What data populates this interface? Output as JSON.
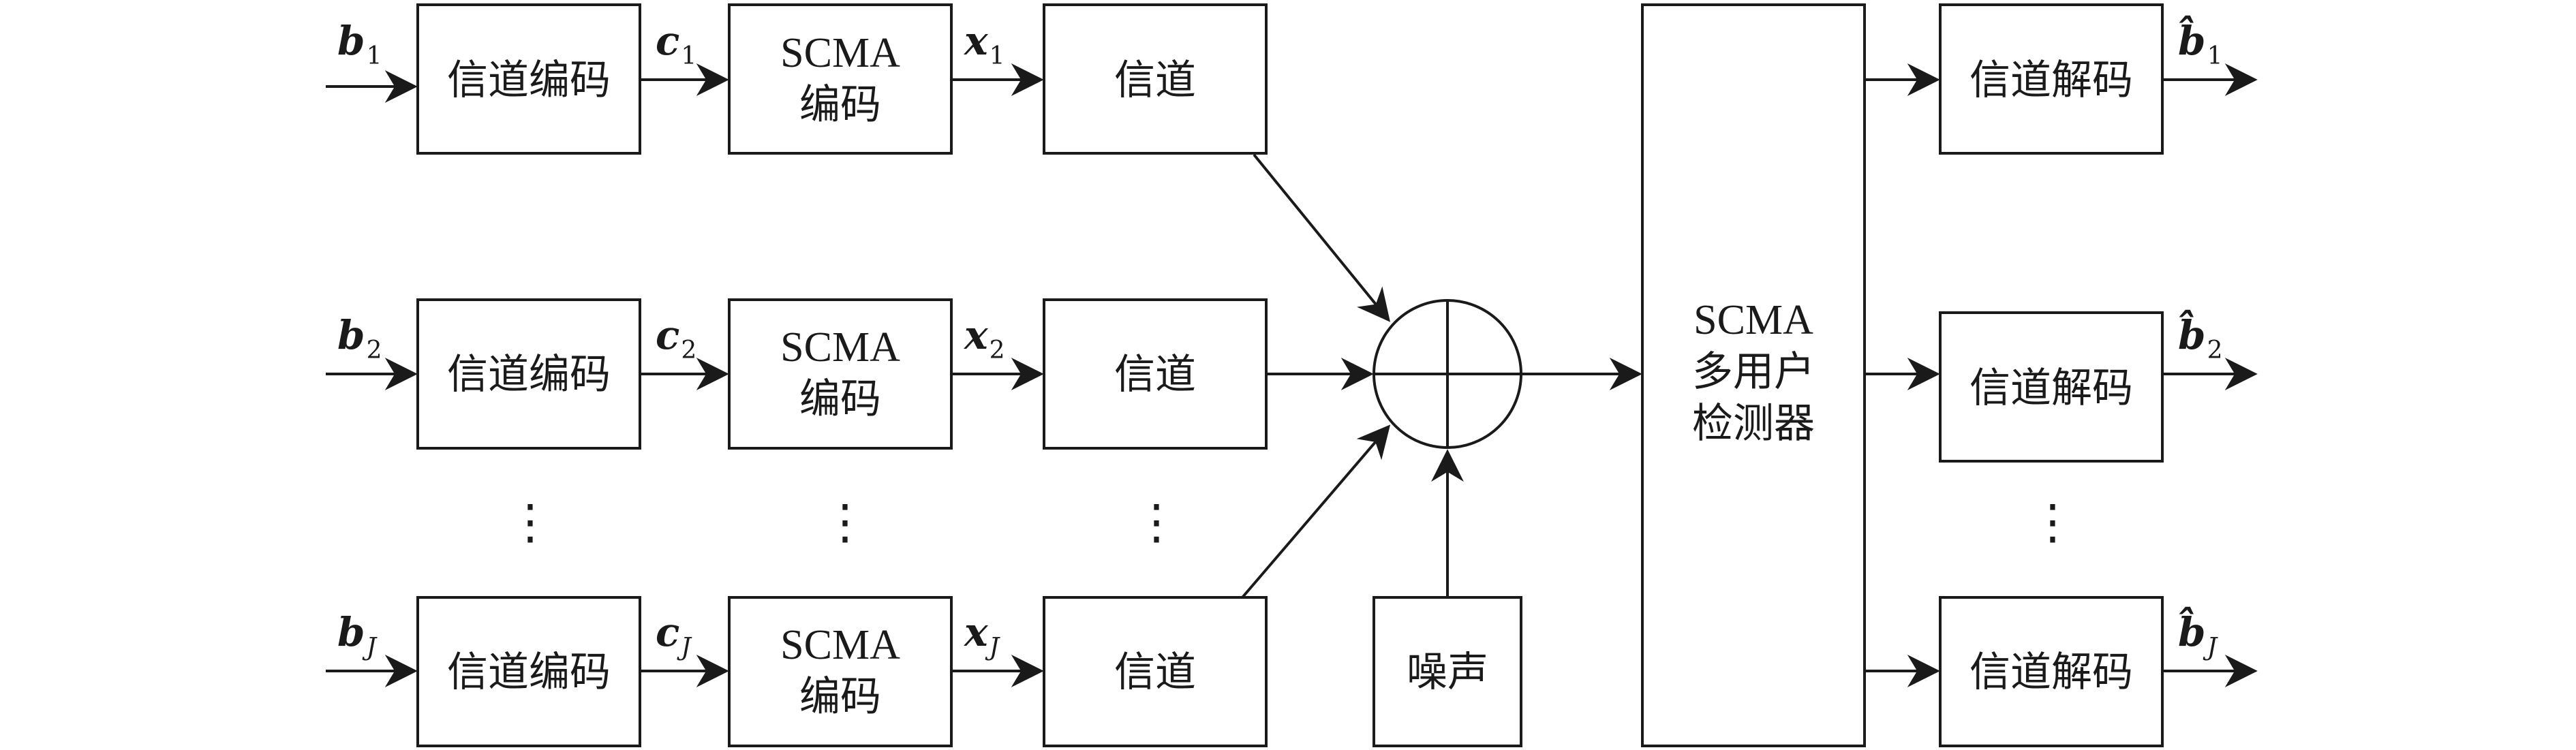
{
  "rows": [
    {
      "input_symbol": "b",
      "input_sub": "1",
      "channel_coding": "信道编码",
      "coded_symbol": "c",
      "coded_sub": "1",
      "scma_line1": "SCMA",
      "scma_line2": "编码",
      "tx_symbol": "x",
      "tx_sub": "1",
      "channel": "信道"
    },
    {
      "input_symbol": "b",
      "input_sub": "2",
      "channel_coding": "信道编码",
      "coded_symbol": "c",
      "coded_sub": "2",
      "scma_line1": "SCMA",
      "scma_line2": "编码",
      "tx_symbol": "x",
      "tx_sub": "2",
      "channel": "信道"
    },
    {
      "input_symbol": "b",
      "input_sub": "J",
      "channel_coding": "信道编码",
      "coded_symbol": "c",
      "coded_sub": "J",
      "scma_line1": "SCMA",
      "scma_line2": "编码",
      "tx_symbol": "x",
      "tx_sub": "J",
      "channel": "信道"
    }
  ],
  "noise": "噪声",
  "detector": {
    "line1": "SCMA",
    "line2": "多用户",
    "line3": "检测器"
  },
  "decoders": [
    {
      "label": "信道解码",
      "output_symbol": "b̂",
      "output_sub": "1"
    },
    {
      "label": "信道解码",
      "output_symbol": "b̂",
      "output_sub": "2"
    },
    {
      "label": "信道解码",
      "output_symbol": "b̂",
      "output_sub": "J"
    }
  ],
  "ellipsis": "⋮"
}
